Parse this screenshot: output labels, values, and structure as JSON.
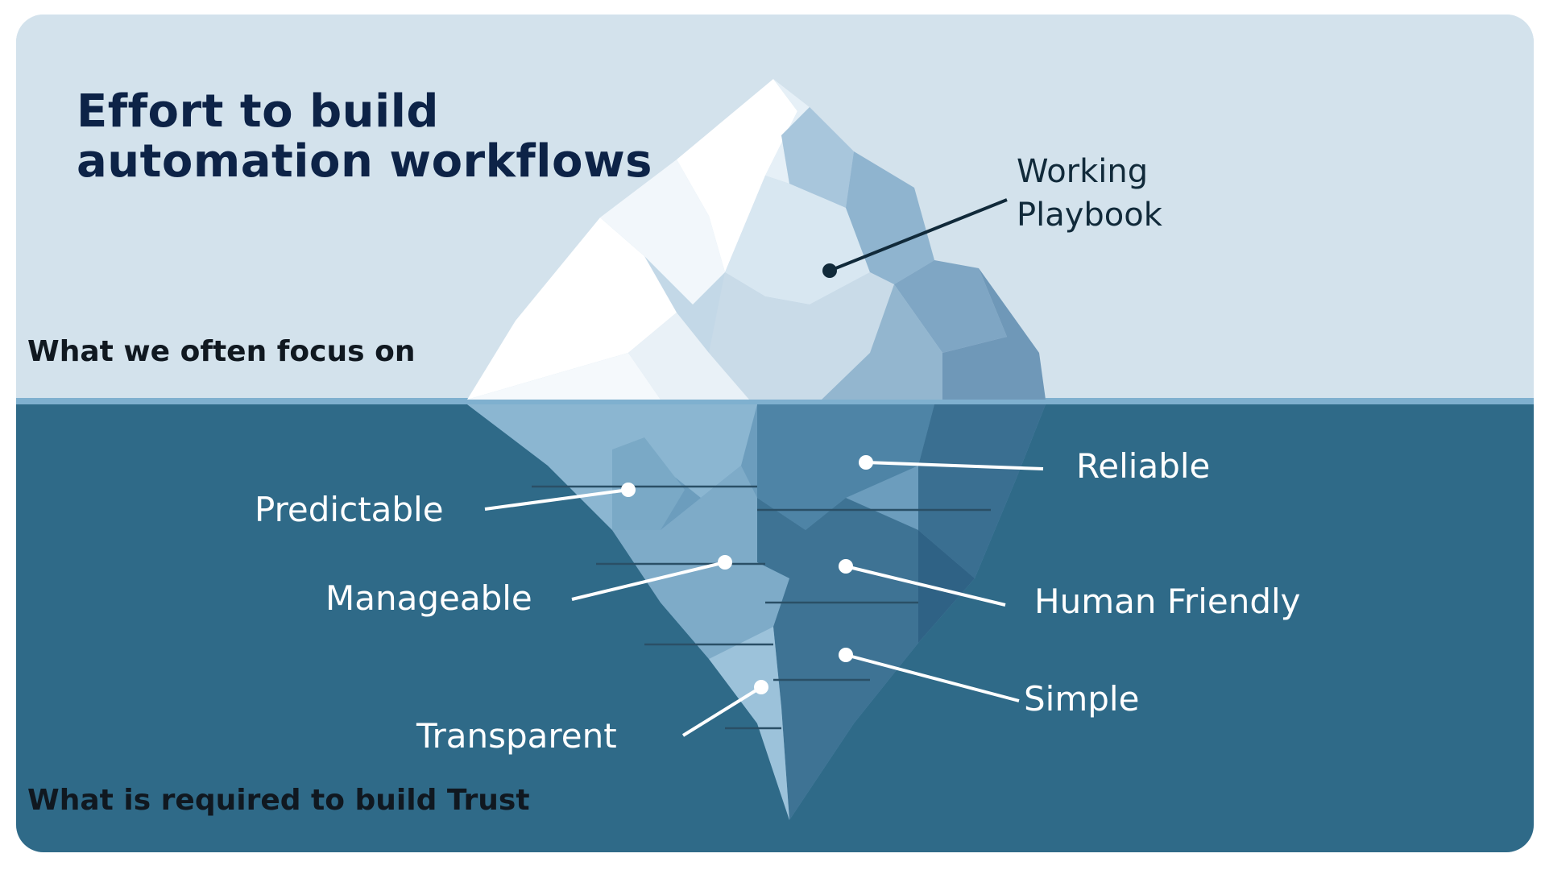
{
  "title": {
    "line1": "Effort to build",
    "line2": "automation workflows"
  },
  "sections": {
    "above": "What we often focus on",
    "below": "What is required to build Trust"
  },
  "callouts": {
    "working_playbook": {
      "line1": "Working",
      "line2": "Playbook"
    },
    "reliable": "Reliable",
    "predictable": "Predictable",
    "manageable": "Manageable",
    "human_friendly": "Human Friendly",
    "simple": "Simple",
    "transparent": "Transparent"
  },
  "colors": {
    "sky": "#d3e2ec",
    "water": "#2f6a88",
    "title": "#0d2347",
    "waterline": "#7fb0cf"
  }
}
